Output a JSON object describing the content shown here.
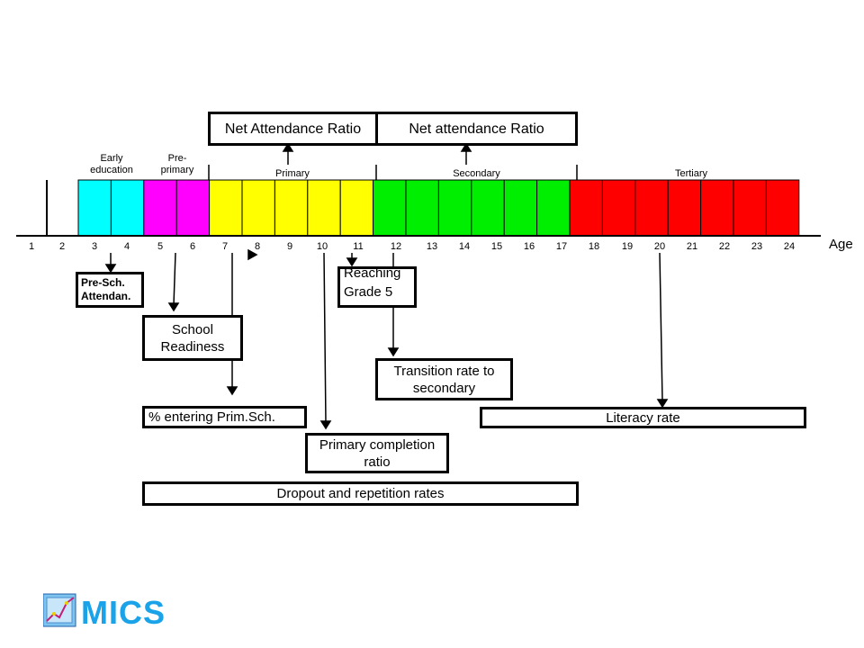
{
  "ages": [
    "1",
    "2",
    "3",
    "4",
    "5",
    "6",
    "7",
    "8",
    "9",
    "10",
    "11",
    "12",
    "13",
    "14",
    "15",
    "16",
    "17",
    "18",
    "19",
    "20",
    "21",
    "22",
    "23",
    "24"
  ],
  "age_axis_label": "Age",
  "stages": [
    {
      "id": "early",
      "label": "Early\neducation",
      "color": "#00ffff",
      "cells": 2
    },
    {
      "id": "preprimary",
      "label": "Pre-\nprimary",
      "color": "#ff00ff",
      "cells": 2
    },
    {
      "id": "primary",
      "label": "Primary",
      "color": "#ffff00",
      "cells": 5
    },
    {
      "id": "secondary",
      "label": "Secondary",
      "color": "#00ee00",
      "cells": 6
    },
    {
      "id": "tertiary",
      "label": "Tertiary",
      "color": "#ff0000",
      "cells": 7
    }
  ],
  "ratio_boxes": {
    "primary_nar": "Net Attendance Ratio",
    "secondary_nar": "Net attendance Ratio"
  },
  "indicators": {
    "pre_school_attendance": "Pre-Sch.\nAttendan.",
    "school_readiness": "School\nReadiness",
    "reaching_grade_5": "Reaching\nGrade 5",
    "transition_rate": "Transition rate to\nsecondary",
    "percent_entering": "% entering Prim.Sch.",
    "literacy_rate": "Literacy rate",
    "primary_completion": "Primary completion\nratio",
    "dropout_repetition": "Dropout and repetition rates"
  },
  "logo": {
    "text": "MICS",
    "color": "#1aa3e8"
  }
}
